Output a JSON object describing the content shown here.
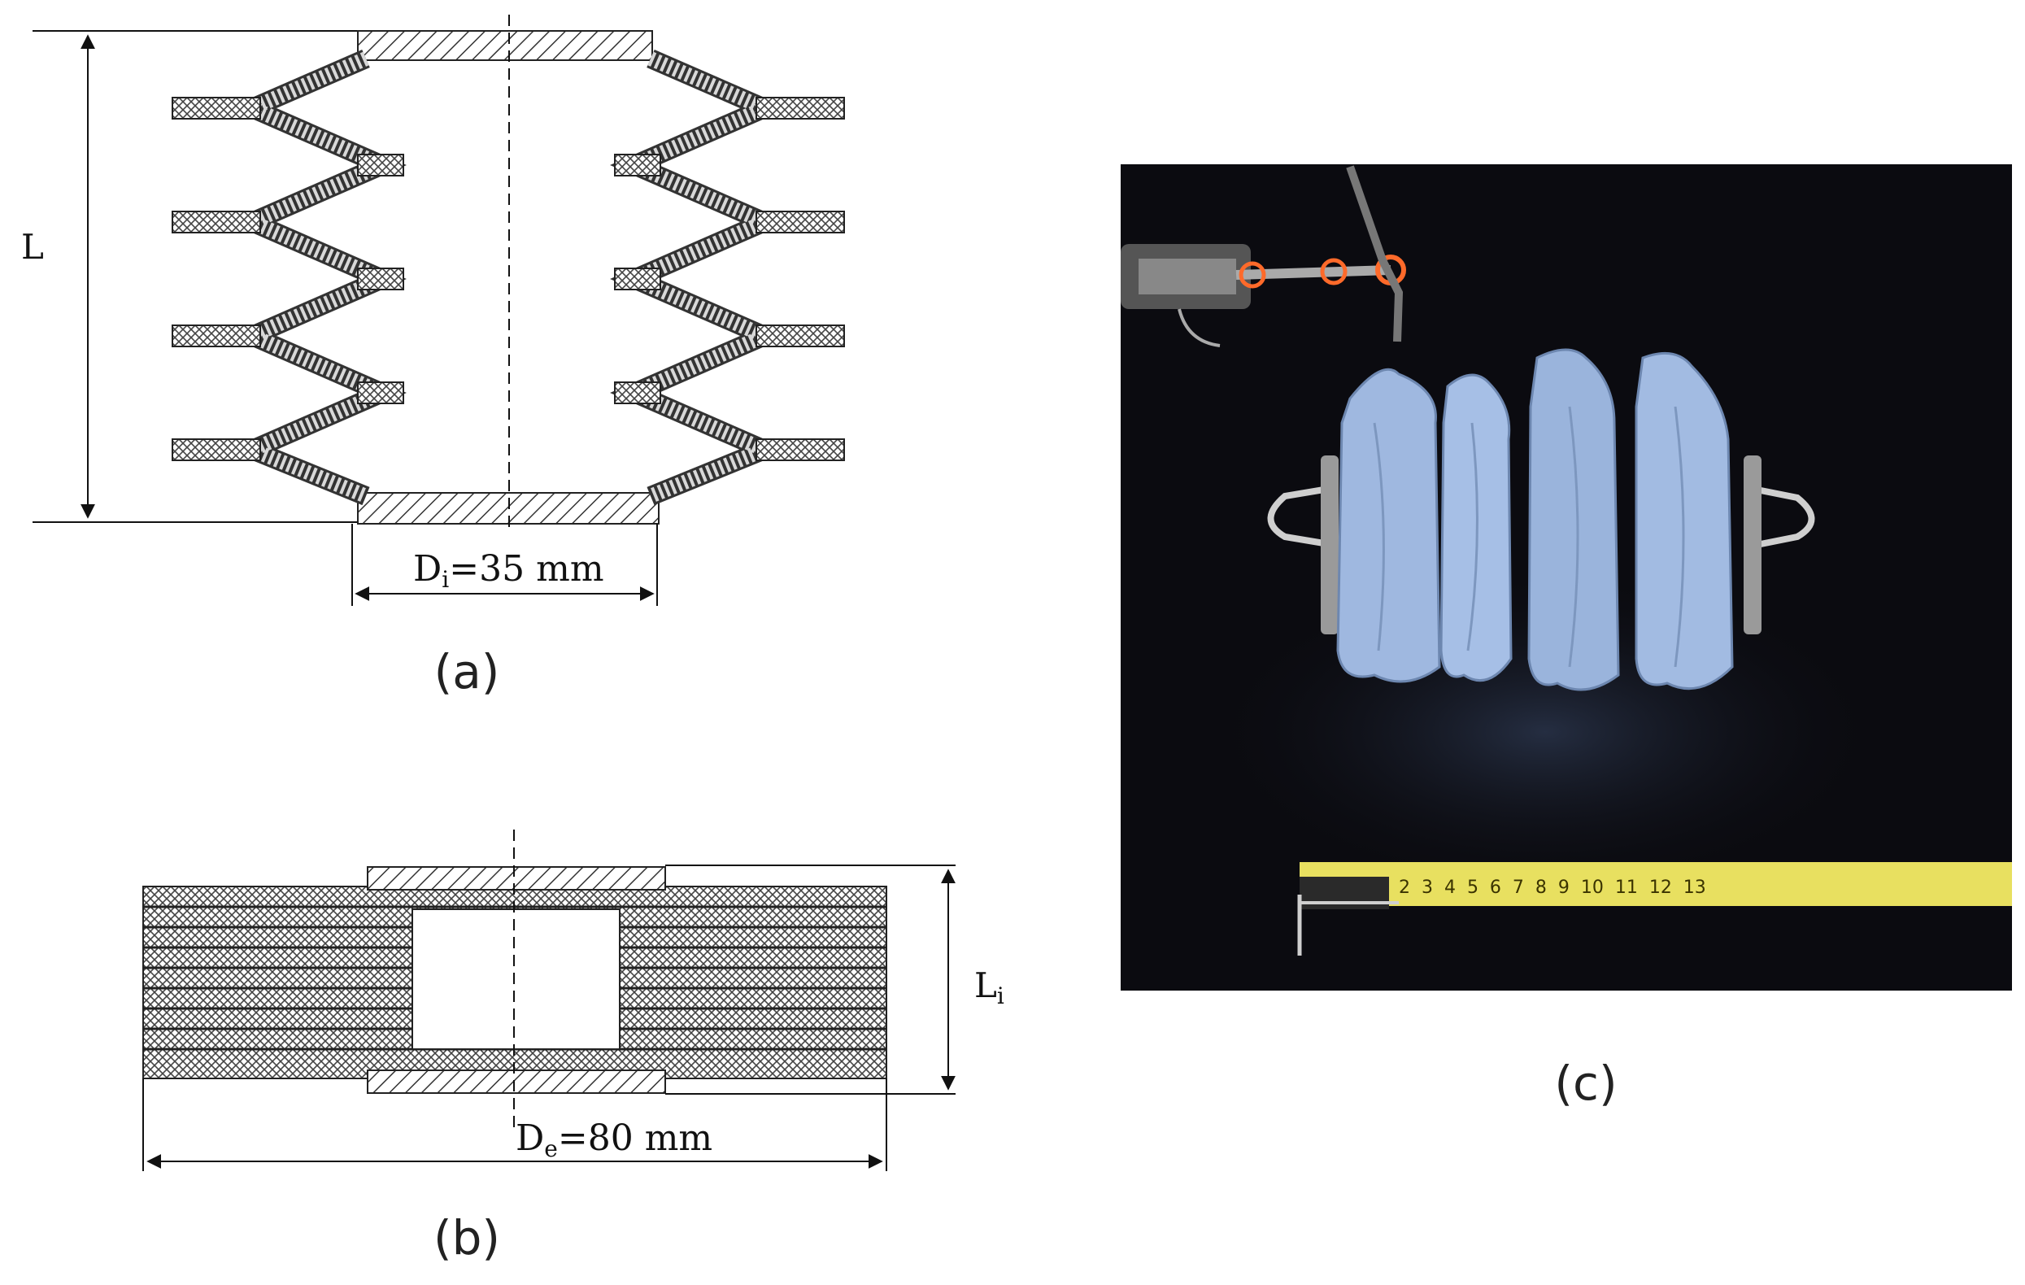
{
  "panel_a": {
    "length_label": "L",
    "diameter_label_main": "D",
    "diameter_label_sub": "i",
    "diameter_label_value": "=35 mm",
    "caption": "(a)"
  },
  "panel_b": {
    "length_label_main": "L",
    "length_label_sub": "i",
    "diameter_label_main": "D",
    "diameter_label_sub": "e",
    "diameter_label_value": "=80 mm",
    "caption": "(b)"
  },
  "panel_c": {
    "caption": "(c)",
    "tape_marks": "2  3  4  5  6  7  8  9  10  11  12  13",
    "colors": {
      "background": "#0b0b10",
      "bellows": "#9fb8e0",
      "tape": "#e8e060"
    }
  }
}
